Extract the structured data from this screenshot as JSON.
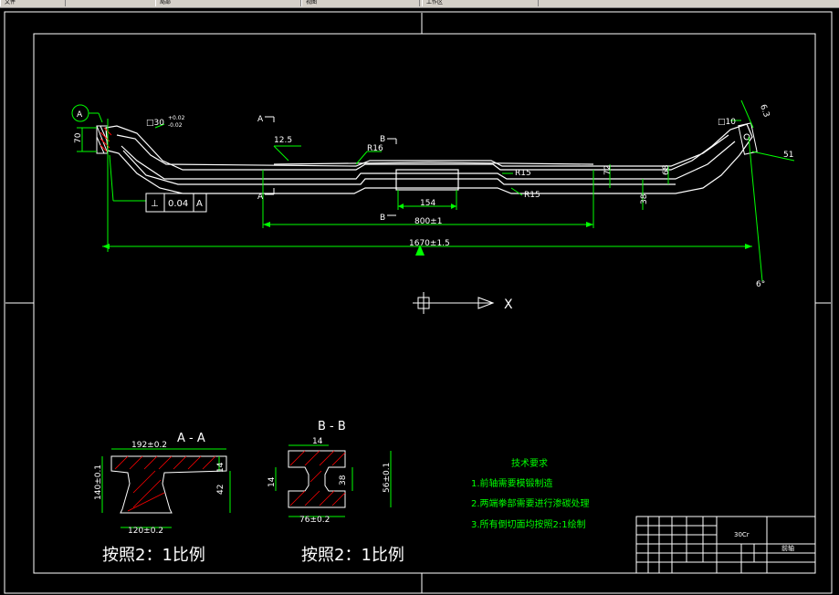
{
  "tabs": [
    "文件",
    "局部",
    "视图",
    "工作区"
  ],
  "labels": {
    "section_a_top": "A",
    "section_a_bottom": "A",
    "section_b_top": "B",
    "section_b_bottom": "B",
    "datum": "A",
    "square30": "□30",
    "tol_top": "+0.02",
    "tol_bot": "-0.02",
    "dim_70": "70",
    "dim_12_5": "12.5",
    "r16": "R16",
    "r15_a": "R15",
    "r15_b": "R15",
    "dim_72": "72",
    "dim_68": "68",
    "dim_38": "38",
    "dim_154": "154",
    "dim_800": "800±1",
    "dim_1670": "1670±1.5",
    "square10": "□10",
    "dim_51": "51",
    "dim_6deg": "6°",
    "dim_63": "6.3",
    "fcf_symbol": "⊥",
    "fcf_value": "0.04",
    "fcf_datum": "A",
    "axis_x": "X"
  },
  "section_aa": {
    "title": "A - A",
    "dim_top": "192±0.2",
    "dim_bottom": "120±0.2",
    "dim_left": "140±0.1",
    "dim_14": "14",
    "dim_42": "42",
    "scale": "按照2：1比例"
  },
  "section_bb": {
    "title": "B - B",
    "dim_14_top": "14",
    "dim_14_left": "14",
    "dim_38": "38",
    "dim_56": "56±0.1",
    "dim_bottom": "76±0.2",
    "scale": "按照2：1比例"
  },
  "tech": {
    "title": "技术要求",
    "items": [
      "1.前轴需要模锻制造",
      "2.两端拳部需要进行渗碳处理",
      "3.所有倒切面均按照2:1绘制"
    ]
  },
  "title_block": {
    "material": "30Cr",
    "name": "前轴"
  },
  "colors": {
    "background": "#000000",
    "line": "#ffffff",
    "dimension": "#00ff00",
    "text": "#ffff00",
    "hatch": "#ff0000"
  }
}
